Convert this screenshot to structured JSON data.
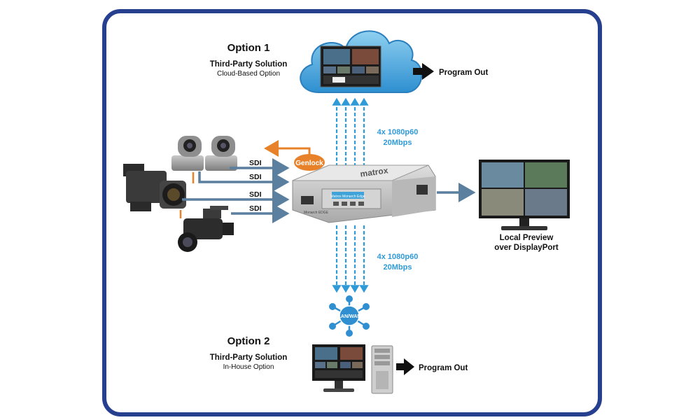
{
  "option1": {
    "title": "Option 1",
    "subtitle": "Third-Party Solution",
    "caption": "Cloud-Based Option"
  },
  "option2": {
    "title": "Option 2",
    "subtitle": "Third-Party Solution",
    "caption": "In-House Option"
  },
  "program_out_top": "Program Out",
  "program_out_bottom": "Program Out",
  "stream_top": {
    "line1": "4x 1080p60",
    "line2": "20Mbps"
  },
  "stream_bottom": {
    "line1": "4x 1080p60",
    "line2": "20Mbps"
  },
  "genlock": "Genlock",
  "sdi_labels": [
    "SDI",
    "SDI",
    "SDI",
    "SDI"
  ],
  "encoder": {
    "brand": "matrox",
    "model": "Monarch EDGE",
    "display": "Matrox Monarch Edge"
  },
  "preview": {
    "line1": "Local Preview",
    "line2": "over DisplayPort"
  },
  "network": "LAN/WAN",
  "colors": {
    "frame": "#263f8f",
    "arrow_steel": "#5b7f9e",
    "genlock_orange": "#e8822a",
    "stream_blue": "#2f9ad8",
    "cloud_blue": "#3d9fd6",
    "network_blue": "#2f8fd0"
  }
}
